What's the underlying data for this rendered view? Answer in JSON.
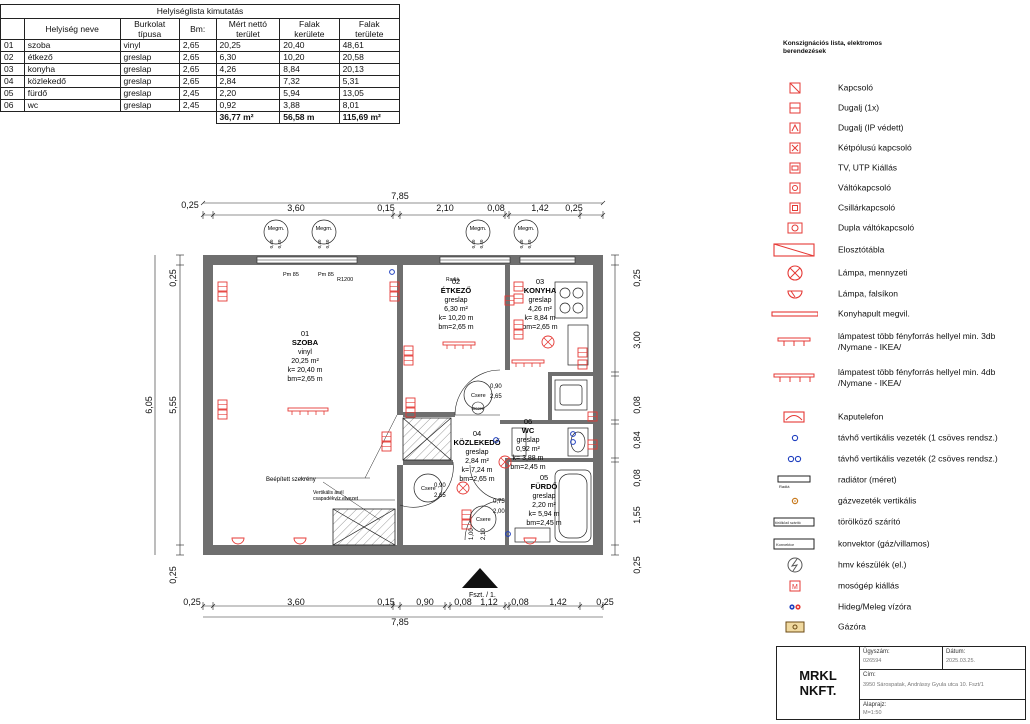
{
  "room_table": {
    "title": "Helyiséglista  kimutatás",
    "headers": [
      "Helyiség neve",
      "Burkolat\ntípusa",
      "Bm:",
      "Mért nettó\nterület",
      "Falak\nkerülete",
      "Falak\nterülete"
    ],
    "rows": [
      {
        "no": "01",
        "name": "szoba",
        "cover": "vinyl",
        "bm": "2,65",
        "area": "20,25",
        "perimeter": "20,40",
        "wall": "48,61"
      },
      {
        "no": "02",
        "name": "étkező",
        "cover": "greslap",
        "bm": "2,65",
        "area": "6,30",
        "perimeter": "10,20",
        "wall": "20,58"
      },
      {
        "no": "03",
        "name": "konyha",
        "cover": "greslap",
        "bm": "2,65",
        "area": "4,26",
        "perimeter": "8,84",
        "wall": "20,13"
      },
      {
        "no": "04",
        "name": "közlekedő",
        "cover": "greslap",
        "bm": "2,65",
        "area": "2,84",
        "perimeter": "7,32",
        "wall": "5,31"
      },
      {
        "no": "05",
        "name": "fürdő",
        "cover": "greslap",
        "bm": "2,45",
        "area": "2,20",
        "perimeter": "5,94",
        "wall": "13,05"
      },
      {
        "no": "06",
        "name": "wc",
        "cover": "greslap",
        "bm": "2,45",
        "area": "0,92",
        "perimeter": "3,88",
        "wall": "8,01"
      }
    ],
    "totals": {
      "area": "36,77 m²",
      "perimeter": "56,58 m",
      "wall": "115,69 m²"
    }
  },
  "plan": {
    "dims_top": {
      "total": "7,85",
      "parts": [
        "0,25",
        "3,60",
        "0,15",
        "2,10",
        "0,08",
        "1,42",
        "0,25"
      ]
    },
    "dims_bottom": {
      "total": "7,85",
      "parts": [
        "0,25",
        "3,60",
        "0,15",
        "0,90",
        "0,08",
        "1,12",
        "0,08",
        "1,42",
        "0,25"
      ]
    },
    "dims_left": {
      "outer": "6,05",
      "inner": "5,55",
      "top": "0,25",
      "bottom": "0,25"
    },
    "dims_right": [
      "0,25",
      "3,00",
      "0,08",
      "0,84",
      "0,08",
      "1,55",
      "0,25"
    ],
    "rooms": [
      {
        "no": "01",
        "name": "SZOBA",
        "cover": "vinyl",
        "area": "20,25 m²",
        "k": "k= 20,40 m",
        "bm": "bm=2,65 m"
      },
      {
        "no": "02",
        "name": "ÉTKEZŐ",
        "cover": "greslap",
        "area": "6,30 m²",
        "k": "k= 10,20 m",
        "bm": "bm=2,65 m"
      },
      {
        "no": "03",
        "name": "KONYHA",
        "cover": "greslap",
        "area": "4,26 m²",
        "k": "k= 8,84 m",
        "bm": "bm=2,65 m"
      },
      {
        "no": "04",
        "name": "KÖZLEKEDŐ",
        "cover": "greslap",
        "area": "2,84 m²",
        "k": "k= 7,24 m",
        "bm": "bm=2,65 m"
      },
      {
        "no": "05",
        "name": "FÜRDŐ",
        "cover": "greslap",
        "area": "2,20 m²",
        "k": "k= 5,94 m",
        "bm": "bm=2,45 m"
      },
      {
        "no": "06",
        "name": "WC",
        "cover": "greslap",
        "area": "0,92 m²",
        "k": "k= 3,88 m",
        "bm": "bm=2,45 m"
      }
    ],
    "labels": {
      "wardrobe": "Beépített szekrény",
      "pipe_note_1": "Vertikális acél",
      "pipe_note_2": "csapadékvíz elvezet",
      "entrance": "Fszt. / 1.",
      "window_tag": "Megm.",
      "radiator_a": "Pm 85",
      "radiator_b": "Pm 85",
      "radiator_c": "R1200",
      "small_tag": "Radiá",
      "door_tag": "Csere",
      "door_a": "0,90",
      "door_a2": "2,65",
      "door_b": "0,90",
      "door_b2": "2,65",
      "door_c": "0,75",
      "door_c2": "2,00",
      "door_d": "1,00",
      "door_d2": "2,10",
      "win_dim": "0,40"
    }
  },
  "legend": {
    "title": "Konszignációs lista, elektromos berendezések",
    "items": [
      {
        "icon": "socket-switch-icon",
        "label": "Kapcsoló"
      },
      {
        "icon": "socket-icon",
        "label": "Dugalj (1x)"
      },
      {
        "icon": "ip-socket-icon",
        "label": "Dugalj (IP védett)"
      },
      {
        "icon": "bipolar-switch-icon",
        "label": "Kétpólusú kapcsoló"
      },
      {
        "icon": "tv-utp-icon",
        "label": "TV, UTP Kiállás"
      },
      {
        "icon": "changeover-switch-icon",
        "label": "Váltókapcsoló"
      },
      {
        "icon": "chandelier-switch-icon",
        "label": "Csillárkapcsoló"
      },
      {
        "icon": "double-changeover-icon",
        "label": "Dupla váltókapcsoló"
      },
      {
        "icon": "distribution-board-icon",
        "label": "Elosztótábla"
      },
      {
        "icon": "ceiling-lamp-icon",
        "label": "Lámpa, mennyzeti"
      },
      {
        "icon": "wall-lamp-icon",
        "label": "Lámpa, falsíkon"
      },
      {
        "icon": "kitchen-light-icon",
        "label": "Konyhapult megvil."
      },
      {
        "icon": "lamp-3-icon",
        "label": "lámpatest több fényforrás hellyel min. 3db /Nymane - IKEA/"
      },
      {
        "icon": "lamp-4-icon",
        "label": "lámpatest több fényforrás hellyel min. 4db /Nymane - IKEA/"
      },
      {
        "icon": "intercom-icon",
        "label": "Kaputelefon"
      },
      {
        "icon": "riser-1-icon",
        "label": "távhő vertikális vezeték (1 csöves rendsz.)"
      },
      {
        "icon": "riser-2-icon",
        "label": "távhő vertikális vezeték (2 csöves rendsz.)"
      },
      {
        "icon": "radiator-icon",
        "label": "radiátor (méret)"
      },
      {
        "icon": "gas-riser-icon",
        "label": "gázvezeték vertikális"
      },
      {
        "icon": "towel-dryer-icon",
        "label": "törölköző szárító"
      },
      {
        "icon": "convector-icon",
        "label": "konvektor (gáz/villamos)"
      },
      {
        "icon": "water-heater-icon",
        "label": "hmv készülék (el.)"
      },
      {
        "icon": "washer-icon",
        "label": "mosógép kiállás"
      },
      {
        "icon": "water-meter-icon",
        "label": "Hideg/Meleg vízóra"
      },
      {
        "icon": "gas-meter-icon",
        "label": "Gázóra"
      }
    ],
    "sym_text": {
      "radiator": "Radiá",
      "towel": "törölköző szárító",
      "convector": "Konvektor",
      "washer": "M"
    }
  },
  "title_block": {
    "logo_line1": "MRKL",
    "logo_line2": "NKFT.",
    "case_label": "Ügyszám:",
    "case_value": "026594",
    "date_label": "Dátum:",
    "date_value": "2025.03.25.",
    "address_label": "Cím:",
    "address_value": "3950 Sárospatak, Andrássy Gyula utca 10. Fszt/1",
    "plan_label": "Alaprajz:",
    "plan_value": "M=1:50"
  },
  "colors": {
    "accent": "#e53935",
    "wall": "#6f6f6f",
    "blue": "#1f3fbf",
    "gas": "#c87a1e"
  }
}
